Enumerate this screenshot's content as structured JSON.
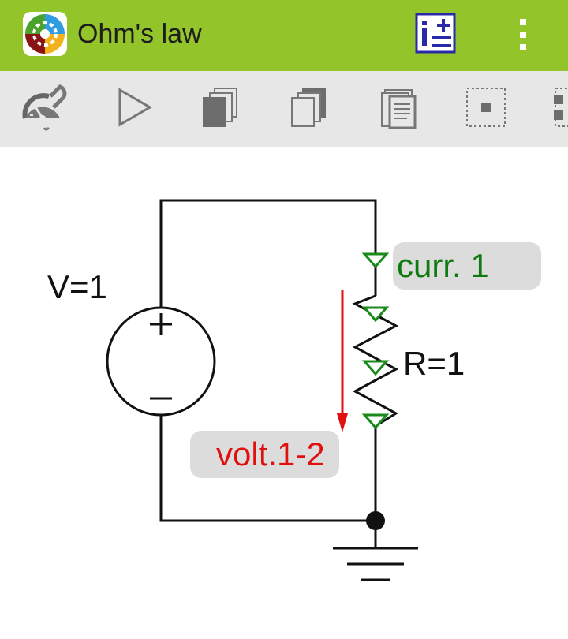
{
  "app": {
    "title": "Ohm's law",
    "logo_icon": "app-logo-icon",
    "info_icon": "info-list-icon",
    "overflow_icon": "more-vert-icon"
  },
  "toolbar": {
    "items": [
      {
        "name": "settings-gauge-icon",
        "interactable": true
      },
      {
        "name": "play-icon",
        "interactable": true
      },
      {
        "name": "copy-filled-icon",
        "interactable": true
      },
      {
        "name": "copy-outline-icon",
        "interactable": true
      },
      {
        "name": "paste-document-icon",
        "interactable": true
      },
      {
        "name": "select-point-icon",
        "interactable": true
      },
      {
        "name": "select-multi-icon",
        "interactable": true
      }
    ]
  },
  "circuit": {
    "source_label": "V=1",
    "resistor_label": "R=1",
    "current_probe_label": "curr. 1",
    "voltage_probe_label": "volt.1-2"
  },
  "colors": {
    "appbar": "#93c42a",
    "toolbar": "#e7e7e7",
    "probe_green": "#0f7a10",
    "probe_red": "#e01010",
    "tag_bg": "#dcdcdc"
  }
}
